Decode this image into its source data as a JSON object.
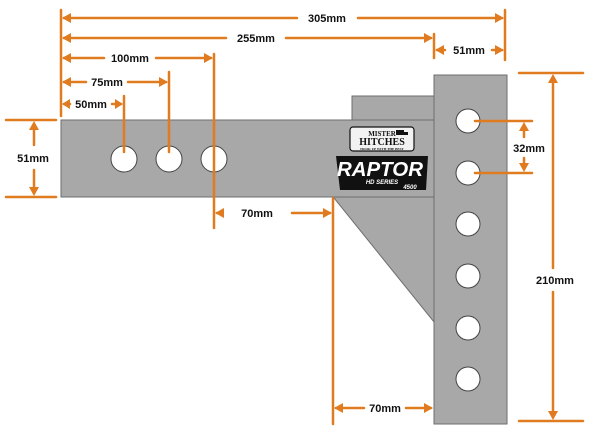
{
  "dimensions": {
    "total_length": "305mm",
    "shank_length": "255mm",
    "hole_100": "100mm",
    "hole_75": "75mm",
    "hole_50": "50mm",
    "shank_height": "51mm",
    "riser_width": "51mm",
    "hole_spacing": "32mm",
    "riser_height": "210mm",
    "gusset_offset": "70mm",
    "riser_offset": "70mm"
  },
  "logo": {
    "brand_line1": "MISTER",
    "brand_line2": "HITCHES",
    "tagline": "HOOK UP WITH THE BEST",
    "model": "RAPTOR",
    "series": "HD SERIES",
    "rating": "4500"
  },
  "colors": {
    "dimension_line": "#e07b20",
    "steel": "#a8a8a8",
    "steel_edge": "#6e6e6e",
    "hole": "#ffffff"
  }
}
